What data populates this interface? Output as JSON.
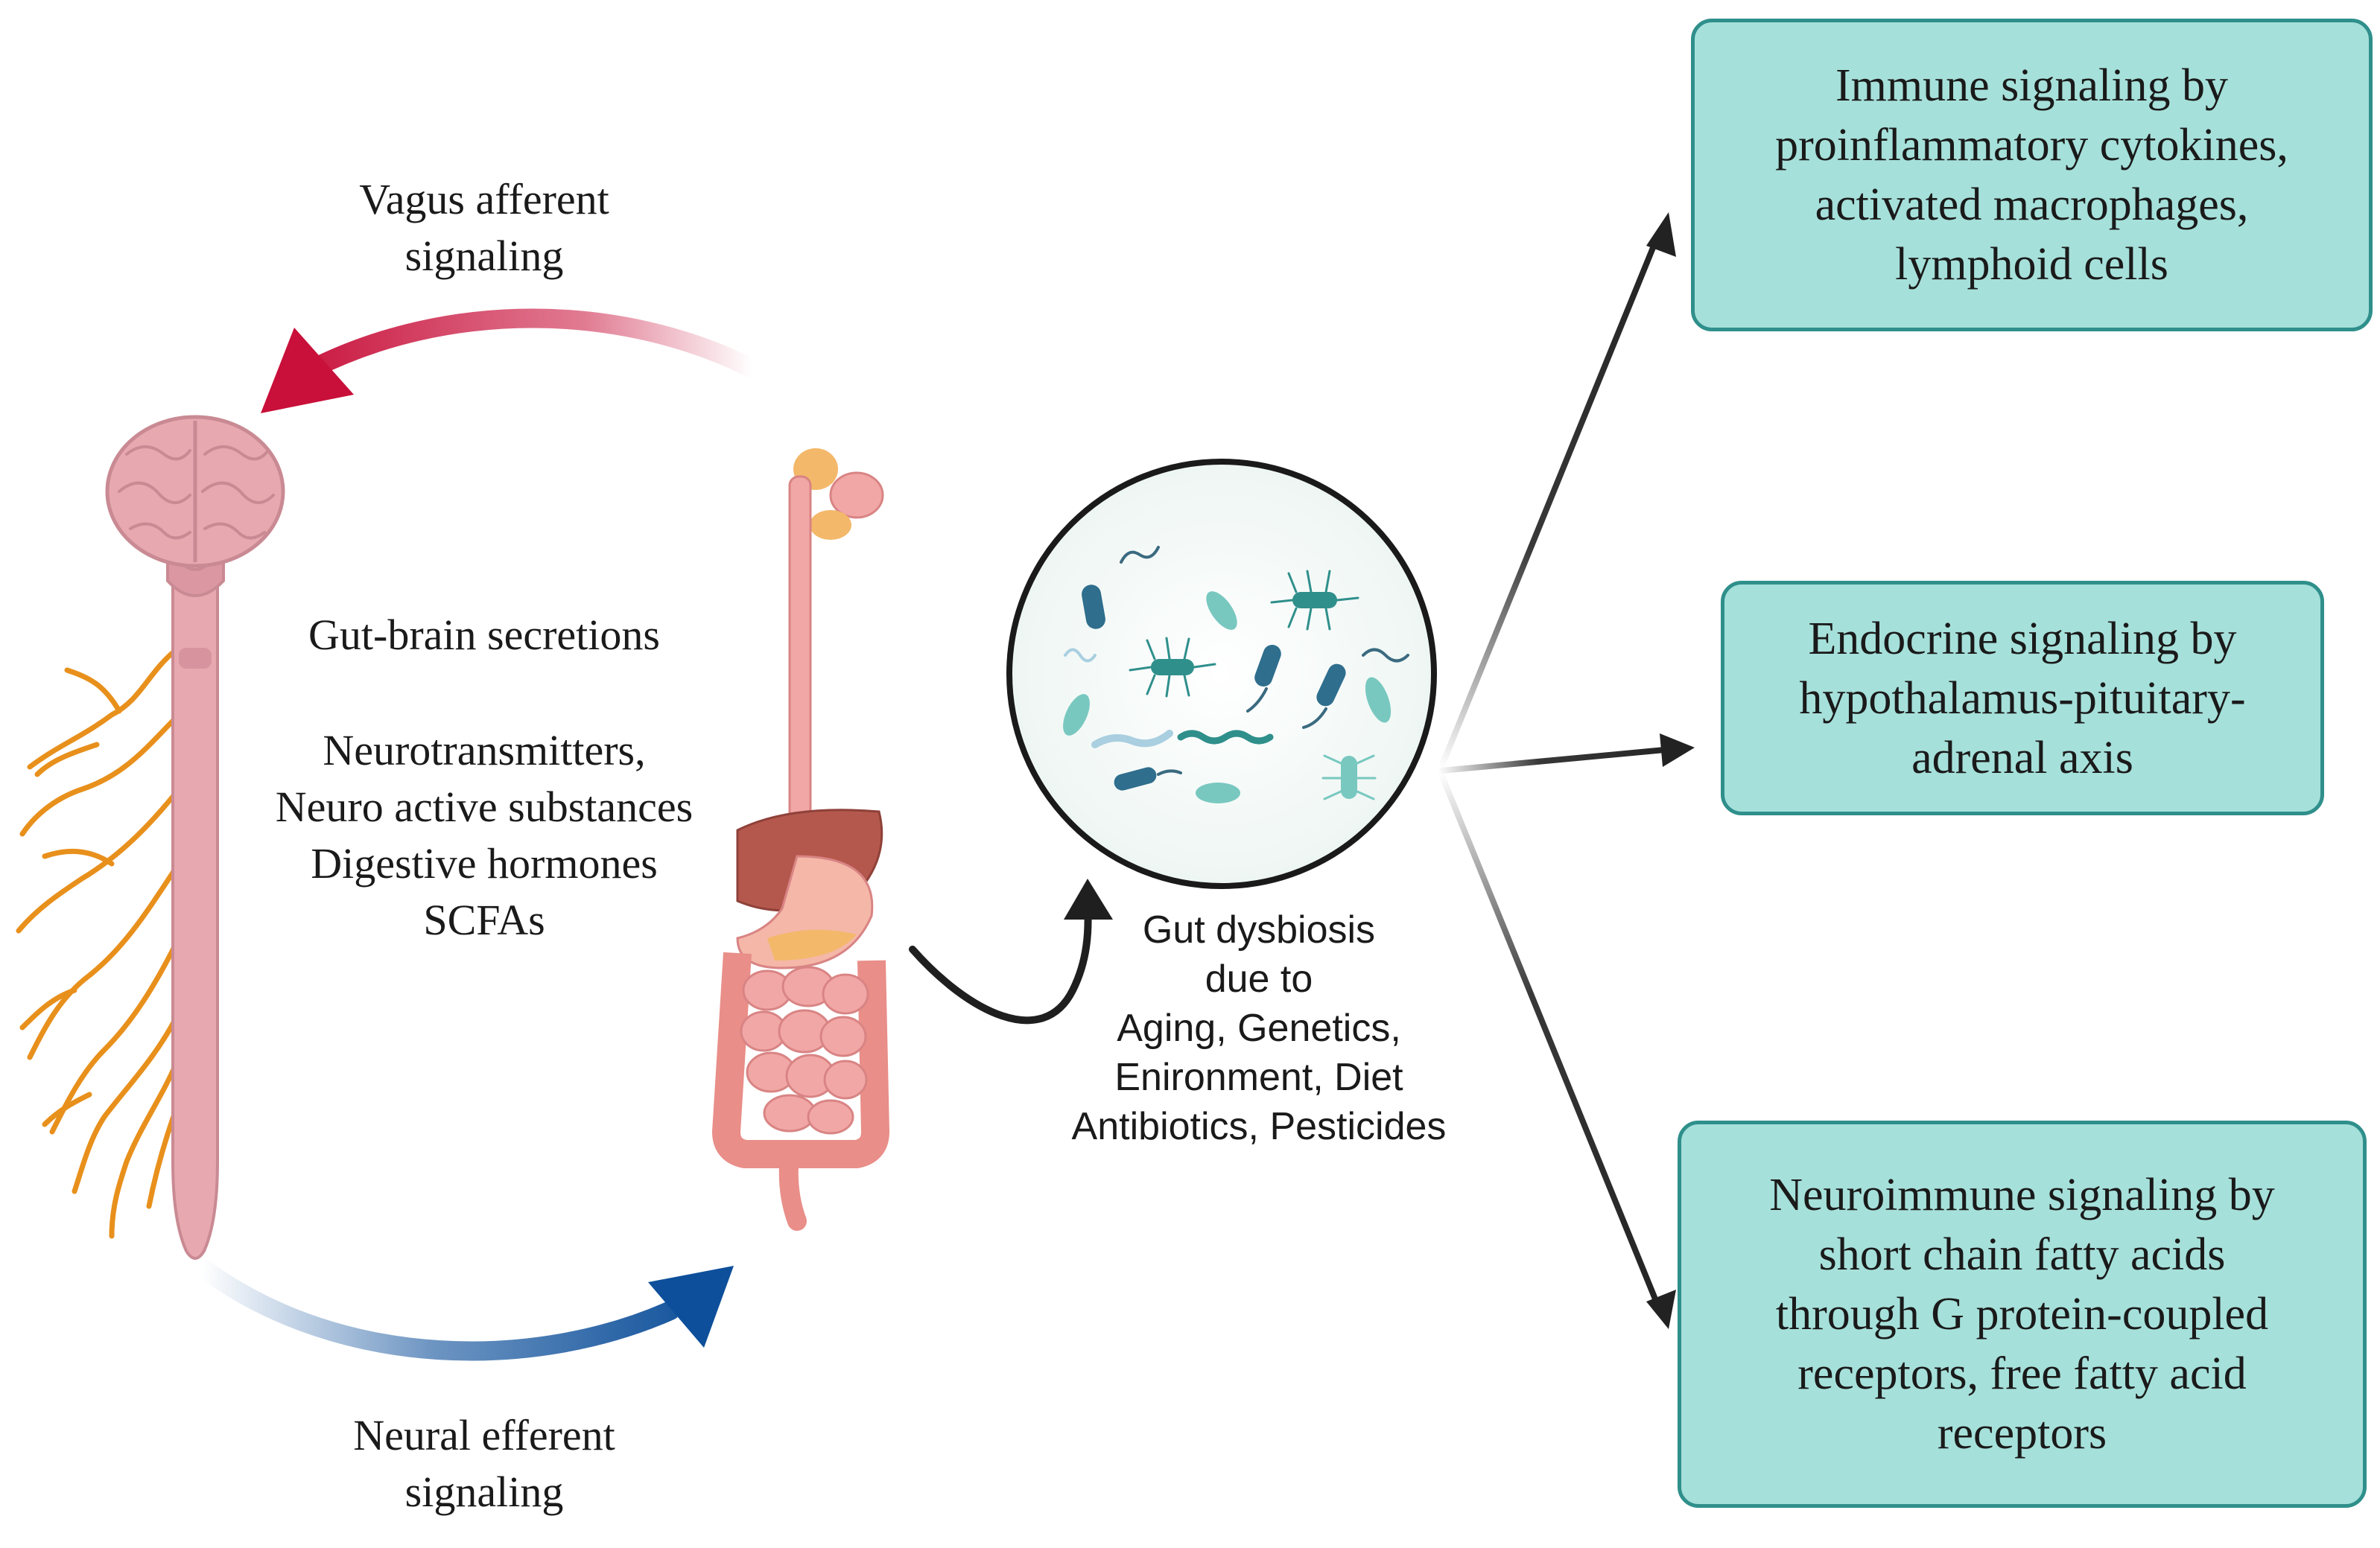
{
  "left_cycle": {
    "top_arrow_label": [
      "Vagus afferent",
      "signaling"
    ],
    "bottom_arrow_label": [
      "Neural efferent",
      "signaling"
    ],
    "center_heading": "Gut-brain secretions",
    "center_items": [
      "Neurotransmitters,",
      "Neuro active substances",
      "Digestive hormones",
      "SCFAs"
    ]
  },
  "dysbiosis": {
    "lines": [
      "Gut dysbiosis",
      "due to",
      "Aging, Genetics,",
      "Enironment, Diet",
      "Antibiotics, Pesticides"
    ]
  },
  "outcomes": [
    {
      "lines": [
        "Immune signaling by",
        "proinflammatory cytokines,",
        "activated macrophages,",
        "lymphoid cells"
      ]
    },
    {
      "lines": [
        "Endocrine signaling by",
        "hypothalamus-pituitary-",
        "adrenal  axis"
      ]
    },
    {
      "lines": [
        "Neuroimmune signaling by",
        "short chain fatty acids",
        "through G protein-coupled",
        "receptors, free fatty acid",
        "receptors"
      ]
    }
  ],
  "icons": [
    "brain-spinal-cord-icon",
    "digestive-system-icon",
    "microbiota-lens-icon"
  ],
  "colors": {
    "afferent_arrow": "#c8103a",
    "efferent_arrow": "#0d4f9a",
    "box_fill": "#a6e0da",
    "box_border": "#2f8f8b",
    "nerves": "#e8901c",
    "brain": "#e7a8b0"
  }
}
